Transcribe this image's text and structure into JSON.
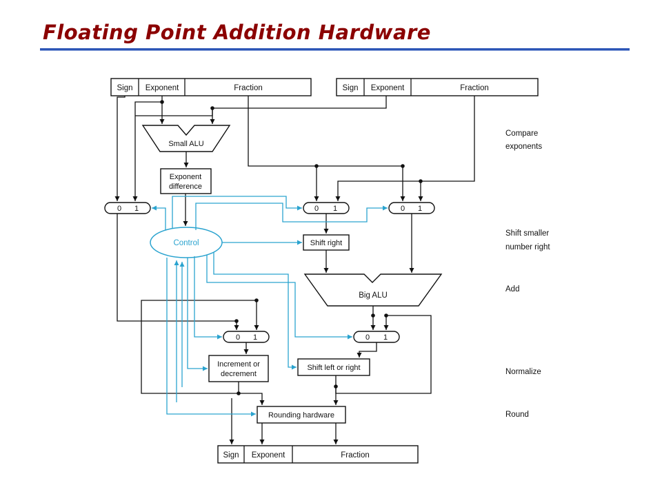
{
  "slide": {
    "title": "Floating Point Addition Hardware"
  },
  "fields": {
    "sign": "Sign",
    "exponent": "Exponent",
    "fraction": "Fraction"
  },
  "units": {
    "small_alu": "Small ALU",
    "exponent_difference": [
      "Exponent",
      "difference"
    ],
    "control": "Control",
    "shift_right": "Shift right",
    "big_alu": "Big ALU",
    "increment_decrement": [
      "Increment or",
      "decrement"
    ],
    "shift_left_right": "Shift left or right",
    "rounding_hardware": "Rounding hardware"
  },
  "mux": {
    "in0": "0",
    "in1": "1"
  },
  "stages": [
    [
      "Compare",
      "exponents"
    ],
    [
      "Shift smaller",
      "number right"
    ],
    [
      "Add"
    ],
    [
      "Normalize"
    ],
    [
      "Round"
    ]
  ],
  "colors": {
    "title": "#8b0000",
    "rule": "#2c55b6",
    "control_path": "#2aa3cf",
    "data_path": "#111111"
  }
}
